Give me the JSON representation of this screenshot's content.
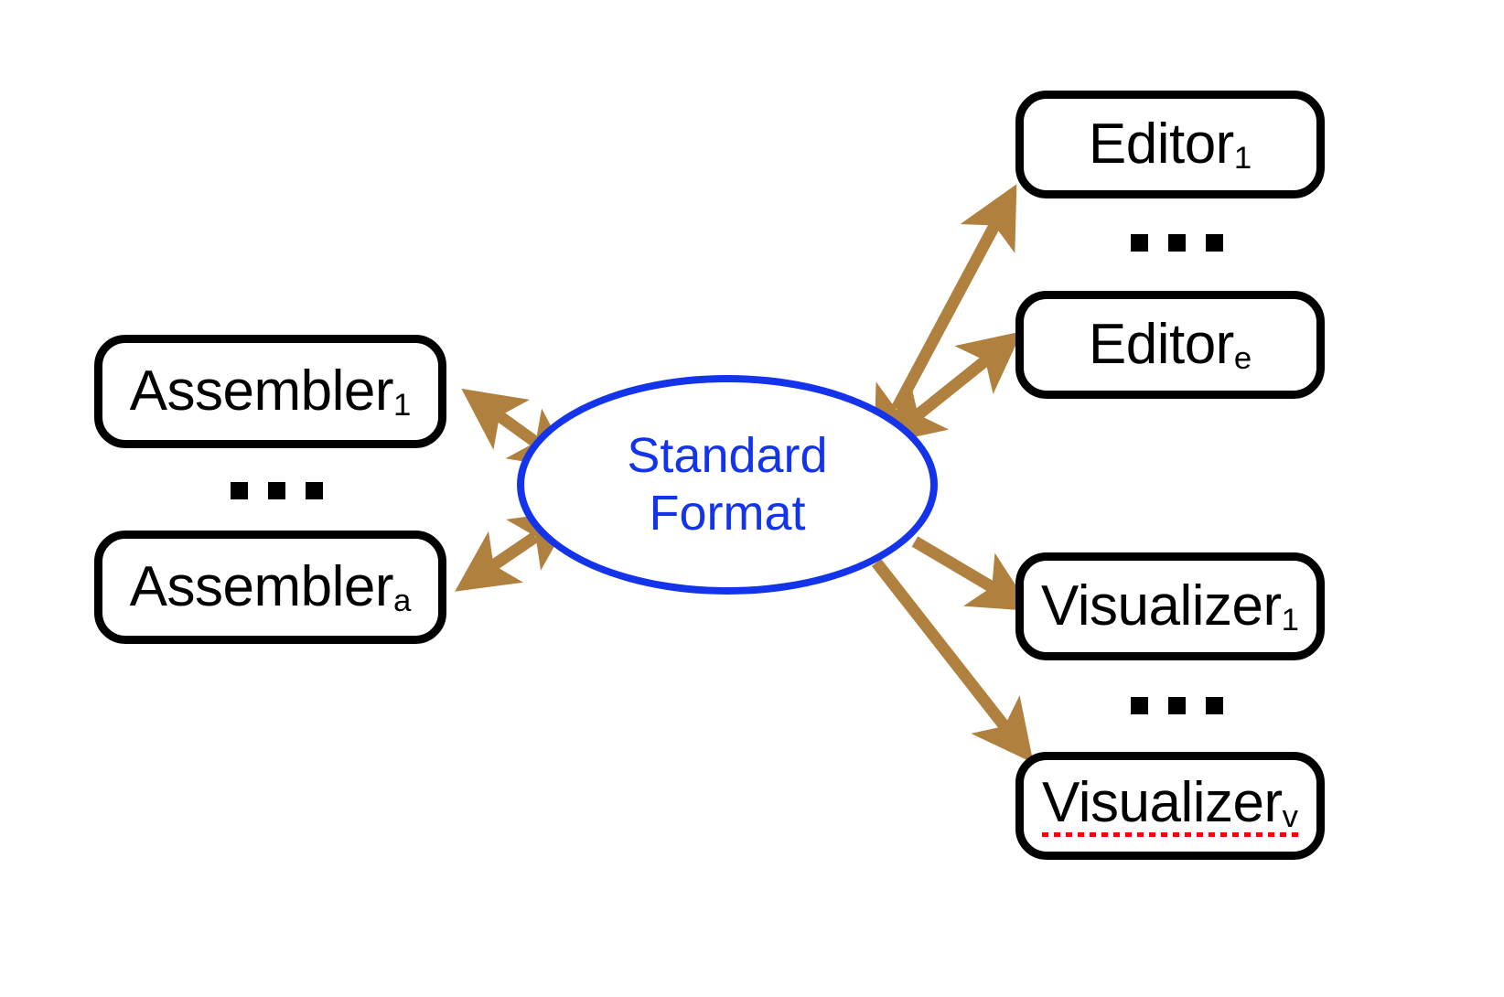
{
  "diagram": {
    "title": "Standard Format interchange diagram",
    "background_color": "#ffffff",
    "colors": {
      "node_border": "#000000",
      "node_text": "#000000",
      "hub_border": "#1434eb",
      "hub_text": "#1434eb",
      "arrow": "#b0803f",
      "spellcheck_underline": "#ff0000"
    },
    "hub": {
      "name": "standard-format",
      "line1": "Standard",
      "line2": "Format",
      "text": "Standard\nFormat",
      "shape": "ellipse"
    },
    "groups": [
      {
        "name": "assemblers",
        "side": "left",
        "arrow_direction": "bidirectional",
        "nodes": [
          {
            "base": "Assembler",
            "sub": "1",
            "spellcheck": false
          },
          {
            "base": "Assembler",
            "sub": "a",
            "spellcheck": false
          }
        ],
        "ellipsis": "▪ ▪ ▪"
      },
      {
        "name": "editors",
        "side": "right-top",
        "arrow_direction": "bidirectional",
        "nodes": [
          {
            "base": "Editor",
            "sub": "1",
            "spellcheck": false
          },
          {
            "base": "Editor",
            "sub": "e",
            "spellcheck": false
          }
        ],
        "ellipsis": "▪ ▪ ▪"
      },
      {
        "name": "visualizers",
        "side": "right-bottom",
        "arrow_direction": "outgoing",
        "nodes": [
          {
            "base": "Visualizer",
            "sub": "1",
            "spellcheck": false
          },
          {
            "base": "Visualizer",
            "sub": "v",
            "spellcheck": true
          }
        ],
        "ellipsis": "▪ ▪ ▪"
      }
    ]
  }
}
